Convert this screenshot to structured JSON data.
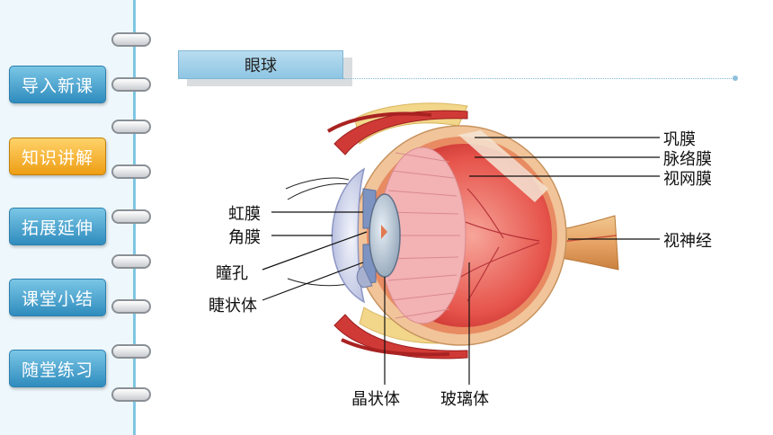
{
  "sidebar": {
    "items": [
      {
        "label": "导入新课",
        "active": false
      },
      {
        "label": "知识讲解",
        "active": true
      },
      {
        "label": "拓展延伸",
        "active": false
      },
      {
        "label": "课堂小结",
        "active": false
      },
      {
        "label": "随堂练习",
        "active": false
      }
    ]
  },
  "header": {
    "title": "眼球"
  },
  "diagram": {
    "labels": {
      "sclera": "巩膜",
      "choroid": "脉络膜",
      "retina": "视网膜",
      "optic_nerve": "视神经",
      "iris": "虹膜",
      "cornea": "角膜",
      "pupil": "瞳孔",
      "ciliary_body": "睫状体",
      "lens": "晶状体",
      "vitreous": "玻璃体"
    }
  },
  "colors": {
    "nav_button": "#3a9acb",
    "nav_active": "#f0a11e",
    "title_bar": "#a6d3ea"
  }
}
